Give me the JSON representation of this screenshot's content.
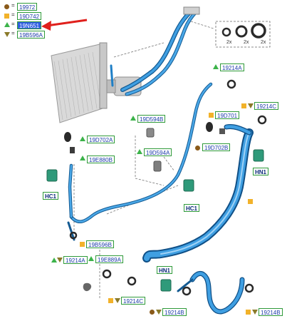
{
  "legend": {
    "rows": [
      {
        "marker": "brown-dot-icon",
        "code": "19972"
      },
      {
        "marker": "orange-square-icon",
        "code": "19D742"
      },
      {
        "marker": "green-triangle-icon",
        "code": "19N651"
      },
      {
        "marker": "olive-triangle-down-icon",
        "code": "19B596A"
      }
    ],
    "equals": "="
  },
  "kit": {
    "quantities": [
      "2x",
      "2x",
      "2x"
    ]
  },
  "labels": {
    "l_19214A_top": "19214A",
    "l_19214C_right": "19214C",
    "l_19D701": "19D701",
    "l_19D702B": "19D702B",
    "l_19D594B": "19D594B",
    "l_19D702A": "19D702A",
    "l_19E880B": "19E880B",
    "l_19D594A": "19D594A",
    "l_HN1_right": "HN1",
    "l_HC1_left": "HC1",
    "l_HC1_mid": "HC1",
    "l_19B596B": "19B596B",
    "l_19E889A": "19E889A",
    "l_19214A_bottom": "19214A",
    "l_HN1_bottom": "HN1",
    "l_19214C_bottom": "19214C",
    "l_19214B_mid": "19214B",
    "l_19214B_right": "19214B"
  },
  "colors": {
    "pipe": "#1f7fc6",
    "pipe_dark": "#135a92",
    "label_border": "#2f9a3a",
    "label_text": "#1a3aa8",
    "arrow": "#e0201c",
    "highlight": "#2f5fe0"
  }
}
